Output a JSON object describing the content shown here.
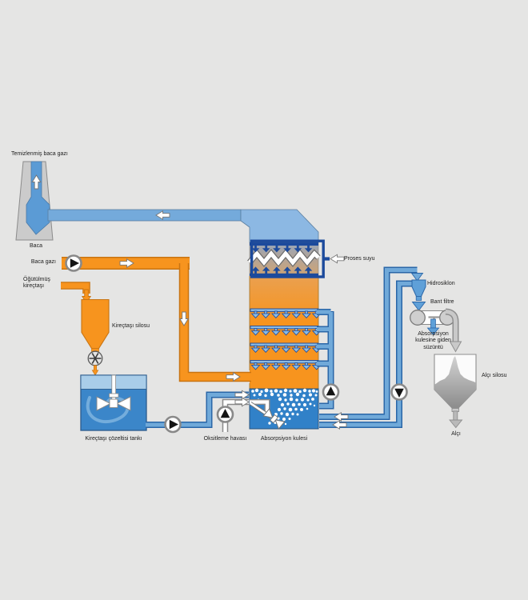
{
  "diagram": {
    "type": "flue-gas-desulfurization-process-flow",
    "labels": {
      "clean_flue_gas": "Temizlenmiş baca gazı",
      "stack": "Baca",
      "flue_gas": "Baca gazı",
      "ground_limestone": "Öğütülmüş\nkireçtaşı",
      "limestone_silo": "Kireçtaşı silosu",
      "limestone_tank": "Kireçtaşı çözeltisi tankı",
      "oxidation_air": "Oksitleme havası",
      "absorber": "Absorpsiyon kulesi",
      "process_water": "Proses suyu",
      "hydrocyclone": "Hidrosiklon",
      "belt_filter": "Bant filtre",
      "filtrate_return": "Absorpsiyon\nkulesine giden\nsüzüntü",
      "gypsum_silo": "Alçı silosu",
      "gypsum": "Alçı"
    },
    "colors": {
      "background": "#e5e5e4",
      "orange": "#f7941e",
      "orange_border": "#c87412",
      "pipe_blue": "#70a9d9",
      "pipe_blue_border": "#2a66a8",
      "navy": "#1c4a9c",
      "spray_blue": "#8abbe4",
      "sump_blue": "#3181c8",
      "tank_blue": "#3b86c9",
      "tank_surface_blue": "#a9cde9",
      "duct_blue": "#74aadb",
      "tower_top_blue": "#8cb8e3",
      "flue_blue": "#5b9bd5",
      "chimney_gray": "#cbcbcb",
      "gypsum_gray": "#c9c9c9",
      "white": "#ffffff"
    }
  }
}
